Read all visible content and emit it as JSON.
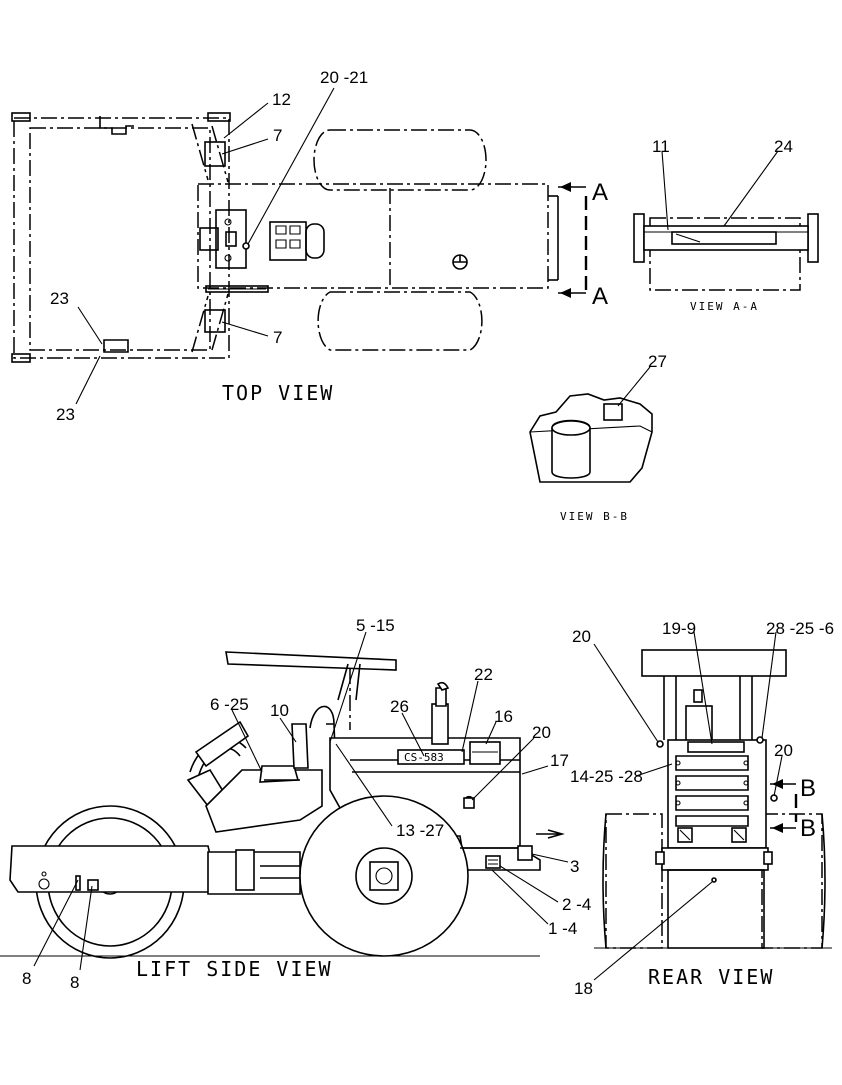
{
  "views": {
    "top": "TOP VIEW",
    "lift_side": "LIFT SIDE VIEW",
    "rear": "REAR VIEW",
    "view_aa": "VIEW A-A",
    "view_bb": "VIEW B-B"
  },
  "section_marks": {
    "a_upper": "A",
    "a_lower": "A",
    "b_upper": "B",
    "b_lower": "B"
  },
  "model_plate": "CS-583",
  "callouts": {
    "top_12": "12",
    "top_20_21": "20 -21",
    "top_7a": "7",
    "top_7b": "7",
    "top_23a": "23",
    "top_23b": "23",
    "aa_11": "11",
    "aa_24": "24",
    "bb_27": "27",
    "side_5_15": "5 -15",
    "side_22": "22",
    "side_6_25": "6 -25",
    "side_10": "10",
    "side_26": "26",
    "side_16": "16",
    "side_20": "20",
    "side_17": "17",
    "side_13_27": "13 -27",
    "side_3": "3",
    "side_2_4": "2 -4",
    "side_1_4": "1 -4",
    "side_8a": "8",
    "side_8b": "8",
    "rear_20a": "20",
    "rear_19_9": "19-9",
    "rear_28_25_6": "28 -25 -6",
    "rear_20b": "20",
    "rear_14_25_28": "14-25 -28",
    "rear_18": "18"
  }
}
